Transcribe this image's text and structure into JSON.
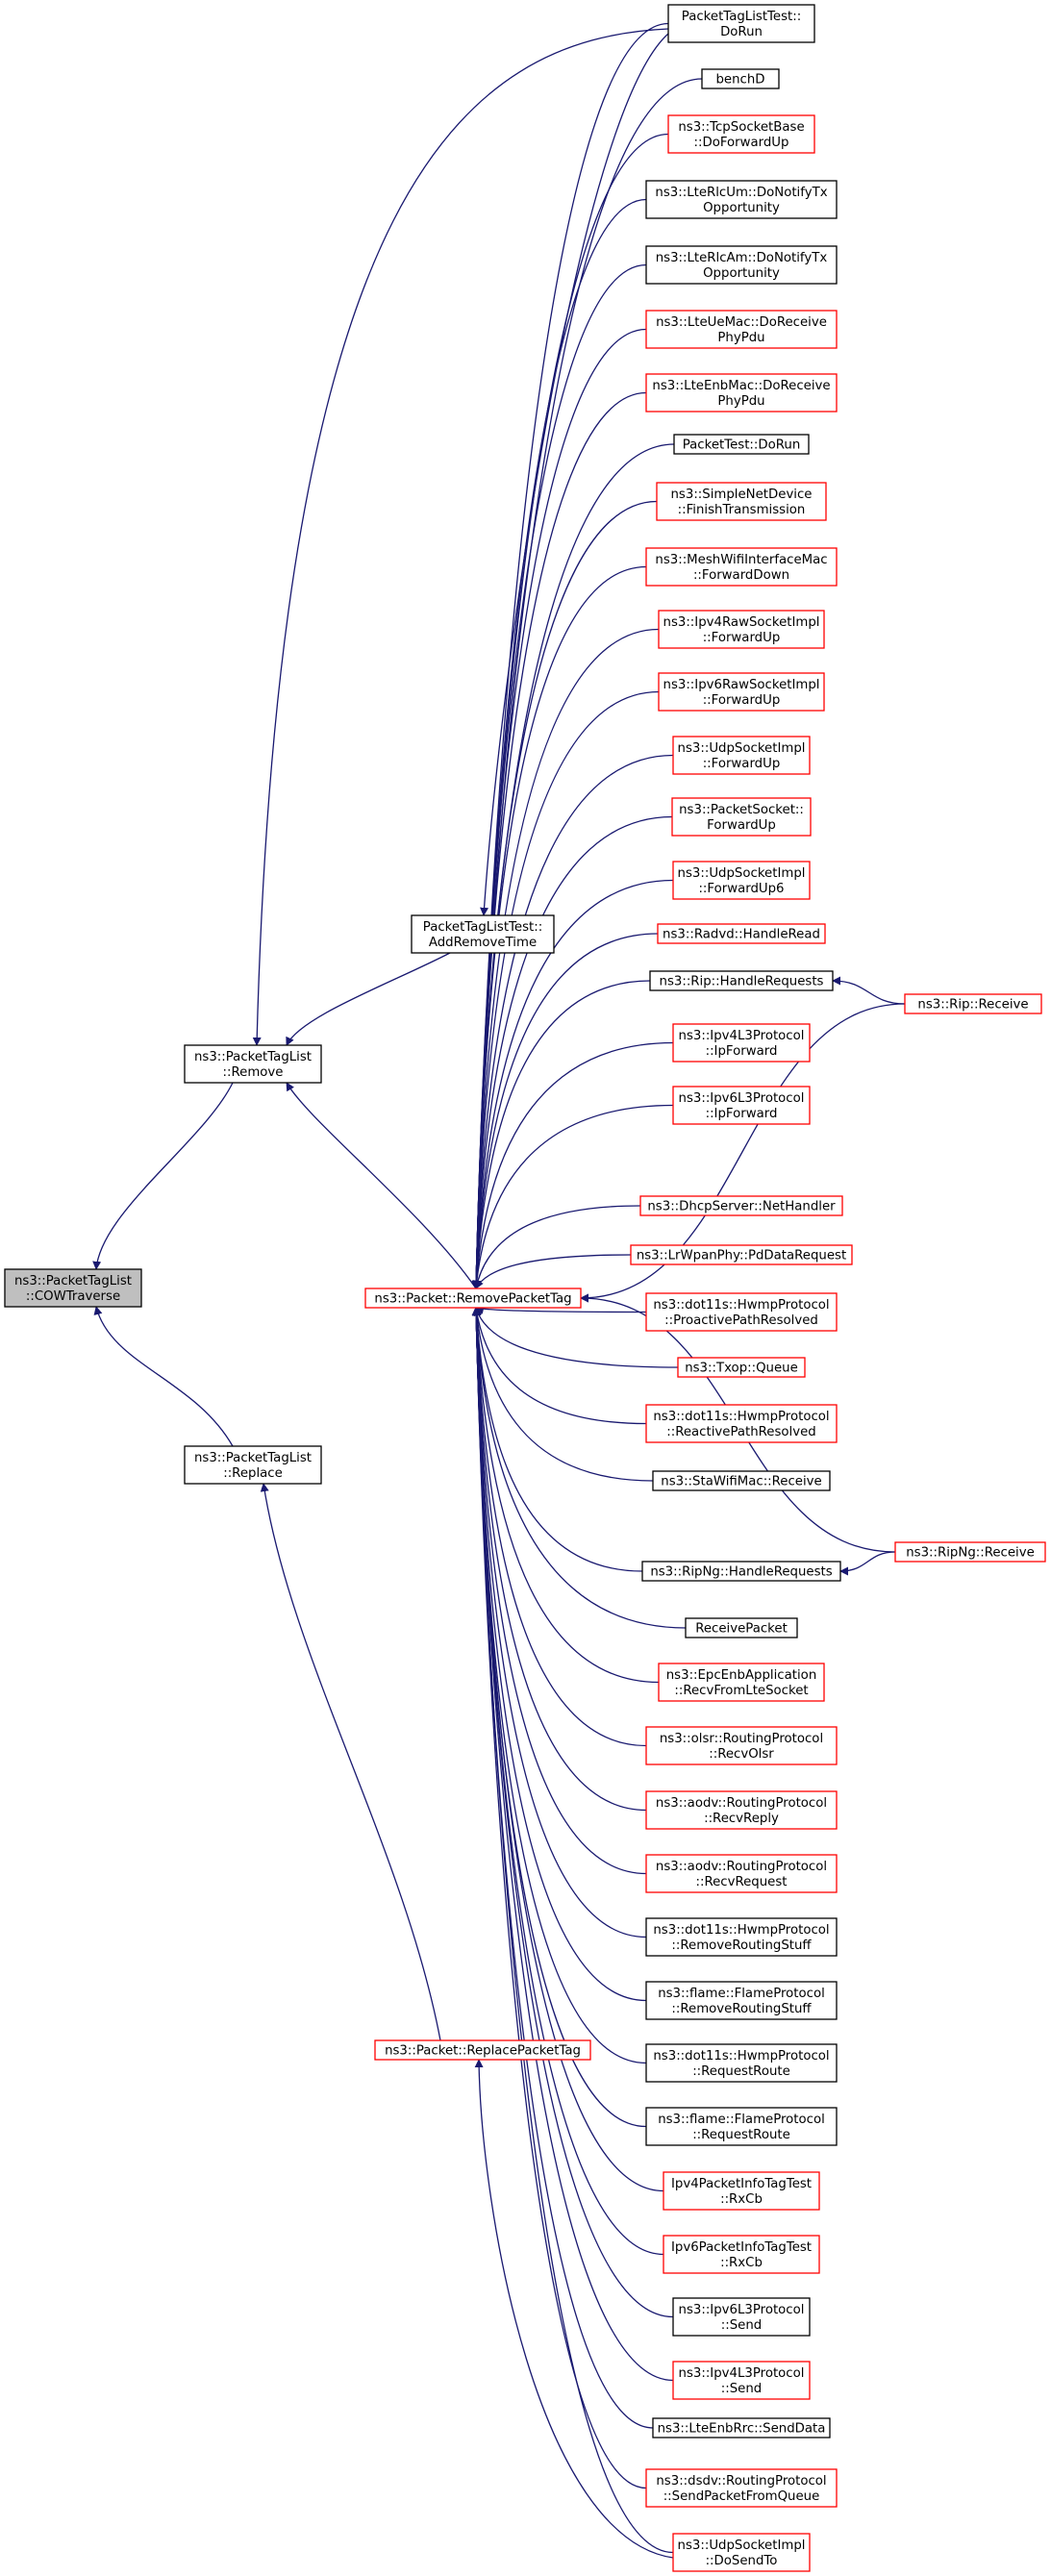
{
  "colors": {
    "edge": "#191970",
    "arrowhead": "#191970",
    "border_default": "#000000",
    "border_red": "#ff0000",
    "focus_fill": "#bfbfbf",
    "background": "#ffffff"
  },
  "nodes": [
    {
      "id": "cow",
      "lines": [
        "ns3::PacketTagList",
        "::COWTraverse"
      ],
      "color": "focus"
    },
    {
      "id": "remove",
      "lines": [
        "ns3::PacketTagList",
        "::Remove"
      ],
      "color": "black"
    },
    {
      "id": "replace",
      "lines": [
        "ns3::PacketTagList",
        "::Replace"
      ],
      "color": "black"
    },
    {
      "id": "addRemoveTime",
      "lines": [
        "PacketTagListTest::",
        "AddRemoveTime"
      ],
      "color": "black"
    },
    {
      "id": "removePacketTag",
      "lines": [
        "ns3::Packet::RemovePacketTag"
      ],
      "color": "red"
    },
    {
      "id": "replacePacketTag",
      "lines": [
        "ns3::Packet::ReplacePacketTag"
      ],
      "color": "red"
    },
    {
      "id": "doRunTag",
      "lines": [
        "PacketTagListTest::",
        "DoRun"
      ],
      "color": "black"
    },
    {
      "id": "benchD",
      "lines": [
        "benchD"
      ],
      "color": "black"
    },
    {
      "id": "tcpForward",
      "lines": [
        "ns3::TcpSocketBase",
        "::DoForwardUp"
      ],
      "color": "red"
    },
    {
      "id": "rlcUm",
      "lines": [
        "ns3::LteRlcUm::DoNotifyTx",
        "Opportunity"
      ],
      "color": "black"
    },
    {
      "id": "rlcAm",
      "lines": [
        "ns3::LteRlcAm::DoNotifyTx",
        "Opportunity"
      ],
      "color": "black"
    },
    {
      "id": "ueMac",
      "lines": [
        "ns3::LteUeMac::DoReceive",
        "PhyPdu"
      ],
      "color": "red"
    },
    {
      "id": "enbMac",
      "lines": [
        "ns3::LteEnbMac::DoReceive",
        "PhyPdu"
      ],
      "color": "red"
    },
    {
      "id": "packetTestDoRun",
      "lines": [
        "PacketTest::DoRun"
      ],
      "color": "black"
    },
    {
      "id": "simpleNet",
      "lines": [
        "ns3::SimpleNetDevice",
        "::FinishTransmission"
      ],
      "color": "red"
    },
    {
      "id": "meshWifi",
      "lines": [
        "ns3::MeshWifiInterfaceMac",
        "::ForwardDown"
      ],
      "color": "red"
    },
    {
      "id": "ipv4Raw",
      "lines": [
        "ns3::Ipv4RawSocketImpl",
        "::ForwardUp"
      ],
      "color": "red"
    },
    {
      "id": "ipv6Raw",
      "lines": [
        "ns3::Ipv6RawSocketImpl",
        "::ForwardUp"
      ],
      "color": "red"
    },
    {
      "id": "udpForward",
      "lines": [
        "ns3::UdpSocketImpl",
        "::ForwardUp"
      ],
      "color": "red"
    },
    {
      "id": "packetSocket",
      "lines": [
        "ns3::PacketSocket::",
        "ForwardUp"
      ],
      "color": "red"
    },
    {
      "id": "udpForward6",
      "lines": [
        "ns3::UdpSocketImpl",
        "::ForwardUp6"
      ],
      "color": "red"
    },
    {
      "id": "radvd",
      "lines": [
        "ns3::Radvd::HandleRead"
      ],
      "color": "red"
    },
    {
      "id": "ripHandle",
      "lines": [
        "ns3::Rip::HandleRequests"
      ],
      "color": "black"
    },
    {
      "id": "ripReceive",
      "lines": [
        "ns3::Rip::Receive"
      ],
      "color": "red"
    },
    {
      "id": "ipv4L3Fwd",
      "lines": [
        "ns3::Ipv4L3Protocol",
        "::IpForward"
      ],
      "color": "red"
    },
    {
      "id": "ipv6L3Fwd",
      "lines": [
        "ns3::Ipv6L3Protocol",
        "::IpForward"
      ],
      "color": "red"
    },
    {
      "id": "dhcp",
      "lines": [
        "ns3::DhcpServer::NetHandler"
      ],
      "color": "red"
    },
    {
      "id": "lrwpan",
      "lines": [
        "ns3::LrWpanPhy::PdDataRequest"
      ],
      "color": "red"
    },
    {
      "id": "hwmpProactive",
      "lines": [
        "ns3::dot11s::HwmpProtocol",
        "::ProactivePathResolved"
      ],
      "color": "red"
    },
    {
      "id": "txop",
      "lines": [
        "ns3::Txop::Queue"
      ],
      "color": "red"
    },
    {
      "id": "hwmpReactive",
      "lines": [
        "ns3::dot11s::HwmpProtocol",
        "::ReactivePathResolved"
      ],
      "color": "red"
    },
    {
      "id": "staWifi",
      "lines": [
        "ns3::StaWifiMac::Receive"
      ],
      "color": "black"
    },
    {
      "id": "ripNgReceive",
      "lines": [
        "ns3::RipNg::Receive"
      ],
      "color": "red"
    },
    {
      "id": "ripNgHandle",
      "lines": [
        "ns3::RipNg::HandleRequests"
      ],
      "color": "black"
    },
    {
      "id": "receivePacket",
      "lines": [
        "ReceivePacket"
      ],
      "color": "black"
    },
    {
      "id": "epcEnb",
      "lines": [
        "ns3::EpcEnbApplication",
        "::RecvFromLteSocket"
      ],
      "color": "red"
    },
    {
      "id": "olsr",
      "lines": [
        "ns3::olsr::RoutingProtocol",
        "::RecvOlsr"
      ],
      "color": "red"
    },
    {
      "id": "aodvReply",
      "lines": [
        "ns3::aodv::RoutingProtocol",
        "::RecvReply"
      ],
      "color": "red"
    },
    {
      "id": "aodvRequest",
      "lines": [
        "ns3::aodv::RoutingProtocol",
        "::RecvRequest"
      ],
      "color": "red"
    },
    {
      "id": "hwmpRemove",
      "lines": [
        "ns3::dot11s::HwmpProtocol",
        "::RemoveRoutingStuff"
      ],
      "color": "black"
    },
    {
      "id": "flameRemove",
      "lines": [
        "ns3::flame::FlameProtocol",
        "::RemoveRoutingStuff"
      ],
      "color": "black"
    },
    {
      "id": "hwmpRequest",
      "lines": [
        "ns3::dot11s::HwmpProtocol",
        "::RequestRoute"
      ],
      "color": "black"
    },
    {
      "id": "flameRequest",
      "lines": [
        "ns3::flame::FlameProtocol",
        "::RequestRoute"
      ],
      "color": "black"
    },
    {
      "id": "ipv4Info",
      "lines": [
        "Ipv4PacketInfoTagTest",
        "::RxCb"
      ],
      "color": "red"
    },
    {
      "id": "ipv6Info",
      "lines": [
        "Ipv6PacketInfoTagTest",
        "::RxCb"
      ],
      "color": "red"
    },
    {
      "id": "ipv6L3Send",
      "lines": [
        "ns3::Ipv6L3Protocol",
        "::Send"
      ],
      "color": "black"
    },
    {
      "id": "ipv4L3Send",
      "lines": [
        "ns3::Ipv4L3Protocol",
        "::Send"
      ],
      "color": "red"
    },
    {
      "id": "lteEnbRrc",
      "lines": [
        "ns3::LteEnbRrc::SendData"
      ],
      "color": "black"
    },
    {
      "id": "dsdv",
      "lines": [
        "ns3::dsdv::RoutingProtocol",
        "::SendPacketFromQueue"
      ],
      "color": "red"
    },
    {
      "id": "udpSendTo",
      "lines": [
        "ns3::UdpSocketImpl",
        "::DoSendTo"
      ],
      "color": "red"
    }
  ],
  "edges": [
    [
      "remove",
      "cow"
    ],
    [
      "replace",
      "cow"
    ],
    [
      "addRemoveTime",
      "remove"
    ],
    [
      "doRunTag",
      "remove"
    ],
    [
      "removePacketTag",
      "remove"
    ],
    [
      "replacePacketTag",
      "replace"
    ],
    [
      "doRunTag",
      "addRemoveTime"
    ],
    [
      "doRunTag",
      "removePacketTag"
    ],
    [
      "benchD",
      "removePacketTag"
    ],
    [
      "tcpForward",
      "removePacketTag"
    ],
    [
      "rlcUm",
      "removePacketTag"
    ],
    [
      "rlcAm",
      "removePacketTag"
    ],
    [
      "ueMac",
      "removePacketTag"
    ],
    [
      "enbMac",
      "removePacketTag"
    ],
    [
      "packetTestDoRun",
      "removePacketTag"
    ],
    [
      "simpleNet",
      "removePacketTag"
    ],
    [
      "meshWifi",
      "removePacketTag"
    ],
    [
      "ipv4Raw",
      "removePacketTag"
    ],
    [
      "ipv6Raw",
      "removePacketTag"
    ],
    [
      "udpForward",
      "removePacketTag"
    ],
    [
      "packetSocket",
      "removePacketTag"
    ],
    [
      "udpForward6",
      "removePacketTag"
    ],
    [
      "radvd",
      "removePacketTag"
    ],
    [
      "ripHandle",
      "removePacketTag"
    ],
    [
      "ripReceive",
      "removePacketTag"
    ],
    [
      "ipv4L3Fwd",
      "removePacketTag"
    ],
    [
      "ipv6L3Fwd",
      "removePacketTag"
    ],
    [
      "dhcp",
      "removePacketTag"
    ],
    [
      "lrwpan",
      "removePacketTag"
    ],
    [
      "hwmpProactive",
      "removePacketTag"
    ],
    [
      "txop",
      "removePacketTag"
    ],
    [
      "hwmpReactive",
      "removePacketTag"
    ],
    [
      "staWifi",
      "removePacketTag"
    ],
    [
      "ripNgReceive",
      "removePacketTag"
    ],
    [
      "ripNgHandle",
      "removePacketTag"
    ],
    [
      "receivePacket",
      "removePacketTag"
    ],
    [
      "epcEnb",
      "removePacketTag"
    ],
    [
      "olsr",
      "removePacketTag"
    ],
    [
      "aodvReply",
      "removePacketTag"
    ],
    [
      "aodvRequest",
      "removePacketTag"
    ],
    [
      "hwmpRemove",
      "removePacketTag"
    ],
    [
      "flameRemove",
      "removePacketTag"
    ],
    [
      "hwmpRequest",
      "removePacketTag"
    ],
    [
      "flameRequest",
      "removePacketTag"
    ],
    [
      "ipv4Info",
      "removePacketTag"
    ],
    [
      "ipv6Info",
      "removePacketTag"
    ],
    [
      "ipv6L3Send",
      "removePacketTag"
    ],
    [
      "ipv4L3Send",
      "removePacketTag"
    ],
    [
      "lteEnbRrc",
      "removePacketTag"
    ],
    [
      "dsdv",
      "removePacketTag"
    ],
    [
      "udpSendTo",
      "removePacketTag"
    ],
    [
      "udpSendTo",
      "replacePacketTag"
    ],
    [
      "ripReceive",
      "ripHandle"
    ],
    [
      "ripNgReceive",
      "ripNgHandle"
    ]
  ]
}
